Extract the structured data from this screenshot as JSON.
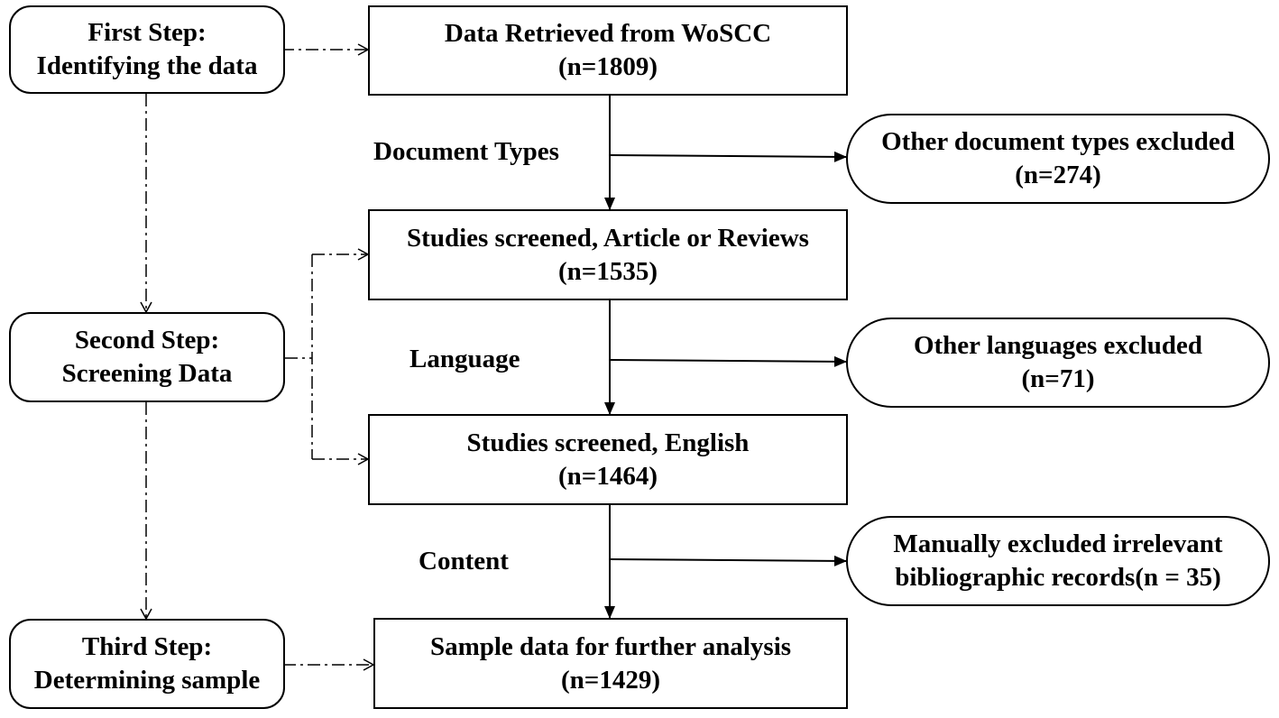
{
  "steps": {
    "first": {
      "line1": "First Step:",
      "line2": "Identifying the data"
    },
    "second": {
      "line1": "Second Step:",
      "line2": "Screening Data"
    },
    "third": {
      "line1": "Third Step:",
      "line2": "Determining sample"
    }
  },
  "flow": {
    "retrieved": {
      "title": "Data Retrieved from WoSCC",
      "count": "(n=1809)"
    },
    "articles": {
      "title": "Studies screened, Article or Reviews",
      "count": "(n=1535)"
    },
    "english": {
      "title": "Studies screened, English",
      "count": "(n=1464)"
    },
    "sample": {
      "title": "Sample data for further analysis",
      "count": "(n=1429)"
    }
  },
  "criteria": {
    "document_types": "Document Types",
    "language": "Language",
    "content": "Content"
  },
  "exclusions": {
    "doc_types": {
      "line1": "Other document types excluded",
      "line2": "(n=274)"
    },
    "languages": {
      "line1": "Other languages excluded",
      "line2": "(n=71)"
    },
    "manual": {
      "line1": "Manually excluded irrelevant",
      "line2": "bibliographic records(n = 35)"
    }
  },
  "colors": {
    "stroke": "#000000",
    "background": "#ffffff"
  }
}
